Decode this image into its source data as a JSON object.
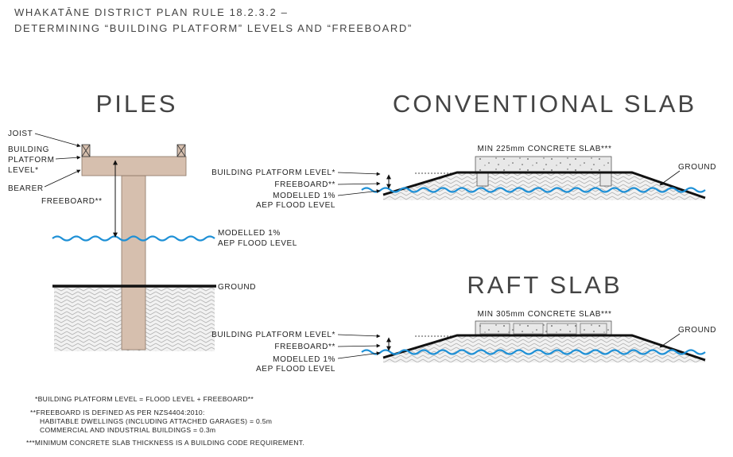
{
  "header": {
    "line1": "WHAKATĀNE DISTRICT PLAN RULE 18.2.3.2 –",
    "line2": "DETERMINING “BUILDING PLATFORM” LEVELS AND “FREEBOARD”"
  },
  "piles": {
    "title": "PILES",
    "joist": "JOIST",
    "bpl_1": "BUILDING",
    "bpl_2": "PLATFORM",
    "bpl_3": "LEVEL*",
    "bearer": "BEARER",
    "freeboard": "FREEBOARD**",
    "flood_1": "MODELLED 1%",
    "flood_2": "AEP FLOOD LEVEL",
    "ground": "GROUND"
  },
  "conventional": {
    "title": "CONVENTIONAL SLAB",
    "slab_label": "MIN 225mm CONCRETE SLAB***",
    "bpl": "BUILDING PLATFORM LEVEL*",
    "freeboard": "FREEBOARD**",
    "flood_1": "MODELLED 1%",
    "flood_2": "AEP FLOOD LEVEL",
    "ground": "GROUND"
  },
  "raft": {
    "title": "RAFT SLAB",
    "slab_label": "MIN 305mm CONCRETE SLAB***",
    "bpl": "BUILDING PLATFORM LEVEL*",
    "freeboard": "FREEBOARD**",
    "flood_1": "MODELLED 1%",
    "flood_2": "AEP FLOOD LEVEL",
    "ground": "GROUND"
  },
  "notes": {
    "n1": "*BUILDING PLATFORM LEVEL = FLOOD LEVEL + FREEBOARD**",
    "n2": "**FREEBOARD IS DEFINED AS PER NZS4404:2010:",
    "n3": "HABITABLE DWELLINGS (INCLUDING ATTACHED GARAGES) = 0.5m",
    "n4": "COMMERCIAL AND INDUSTRIAL BUILDINGS = 0.3m",
    "n5": "***MINIMUM CONCRETE SLAB THICKNESS IS A BUILDING CODE REQUIREMENT."
  },
  "colors": {
    "timber": "#d6bfae",
    "water": "#1e90d6",
    "ground_line": "#111111",
    "concrete": "#e6e6e6"
  }
}
